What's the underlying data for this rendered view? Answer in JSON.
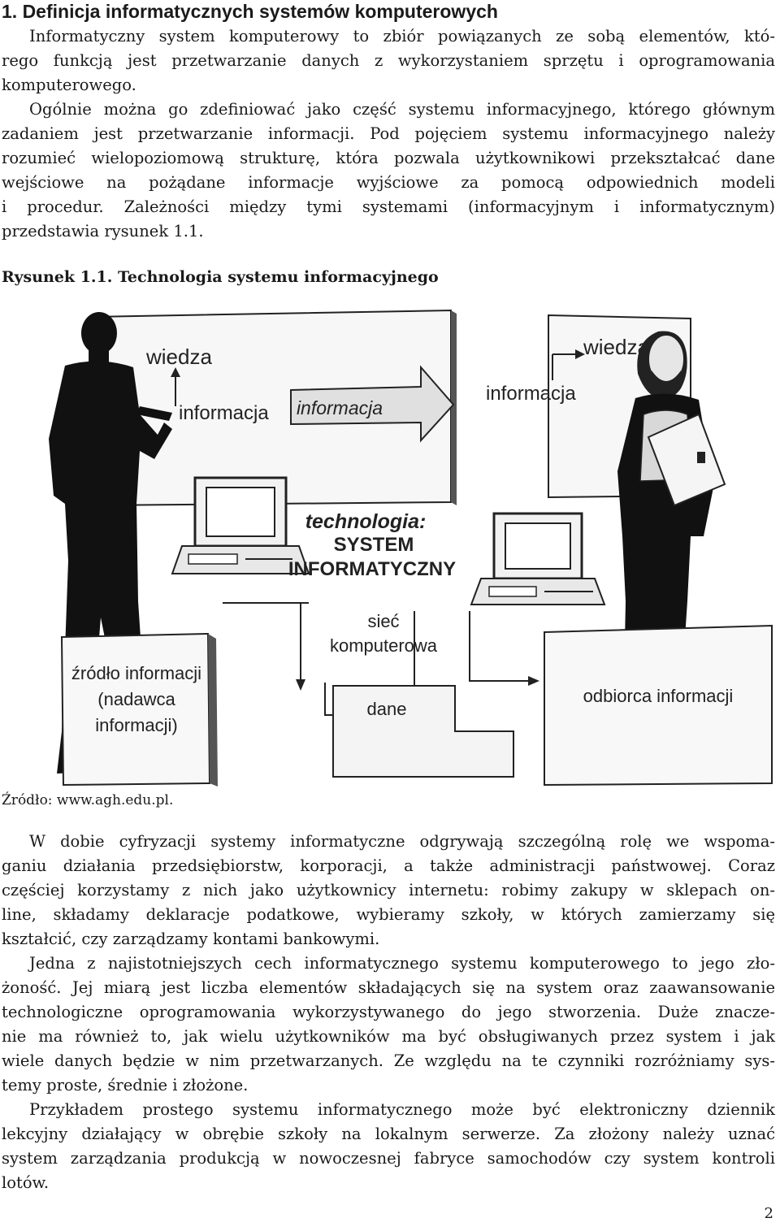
{
  "heading": "1. Definicja informatycznych systemów komputerowych",
  "intro": {
    "lines": [
      "Informatyczny system komputerowy to zbiór powiązanych ze sobą elementów, któ-",
      "rego funkcją jest przetwarzanie danych z wykorzystaniem sprzętu i oprogramowania",
      "komputerowego.",
      "Ogólnie można go zdefiniować jako część systemu informacyjnego, którego głównym",
      "zadaniem jest przetwarzanie informacji. Pod pojęciem systemu informacyjnego należy",
      "rozumieć wielopoziomową strukturę, która pozwala użytkownikowi przekształcać dane",
      "wejściowe na pożądane informacje wyjściowe za pomocą odpowiednich modeli",
      "i procedur. Zależności między tymi systemami (informacyjnym i informatycznym)",
      "przedstawia rysunek 1.1."
    ]
  },
  "figure": {
    "caption": "Rysunek 1.1. Technologia systemu informacyjnego",
    "labels": {
      "wiedza_left": "wiedza",
      "informacja_left": "informacja",
      "informacja_arrow": "informacja",
      "wiedza_right": "wiedza",
      "informacja_right": "informacja",
      "technologia": "technologia:",
      "system": "SYSTEM",
      "informatyczny": "INFORMATYCZNY",
      "siec": "sieć",
      "komputerowa": "komputerowa",
      "zrodlo_1": "źródło informacji",
      "zrodlo_2": "(nadawca",
      "zrodlo_3": "informacji)",
      "dane": "dane",
      "odbiorca": "odbiorca informacji"
    },
    "source": "Źródło: www.agh.edu.pl."
  },
  "body": {
    "lines": [
      "W dobie cyfryzacji systemy informatyczne odgrywają szczególną rolę we wspoma-",
      "ganiu działania przedsiębiorstw, korporacji, a także administracji państwowej. Coraz",
      "częściej korzystamy z nich jako użytkownicy internetu: robimy zakupy w sklepach on-",
      "line, składamy deklaracje podatkowe, wybieramy szkoły, w których zamierzamy się",
      "kształcić, czy zarządzamy kontami bankowymi.",
      "Jedna z najistotniejszych cech informatycznego systemu komputerowego to jego zło-",
      "żoność. Jej miarą jest liczba elementów składających się na system oraz zaawansowanie",
      "technologiczne oprogramowania wykorzystywanego do jego stworzenia. Duże znacze-",
      "nie ma również to, jak wielu użytkowników ma być obsługiwanych przez system i jak",
      "wiele danych będzie w nim przetwarzanych. Ze względu na te czynniki rozróżniamy sys-",
      "temy proste, średnie i złożone.",
      "Przykładem prostego systemu informatycznego może być elektroniczny dziennik",
      "lekcyjny działający w obrębie szkoły na lokalnym serwerze. Za złożony należy uznać",
      "system zarządzania produkcją w nowoczesnej fabryce samochodów czy system kontroli",
      "lotów."
    ]
  },
  "page_number": "2"
}
